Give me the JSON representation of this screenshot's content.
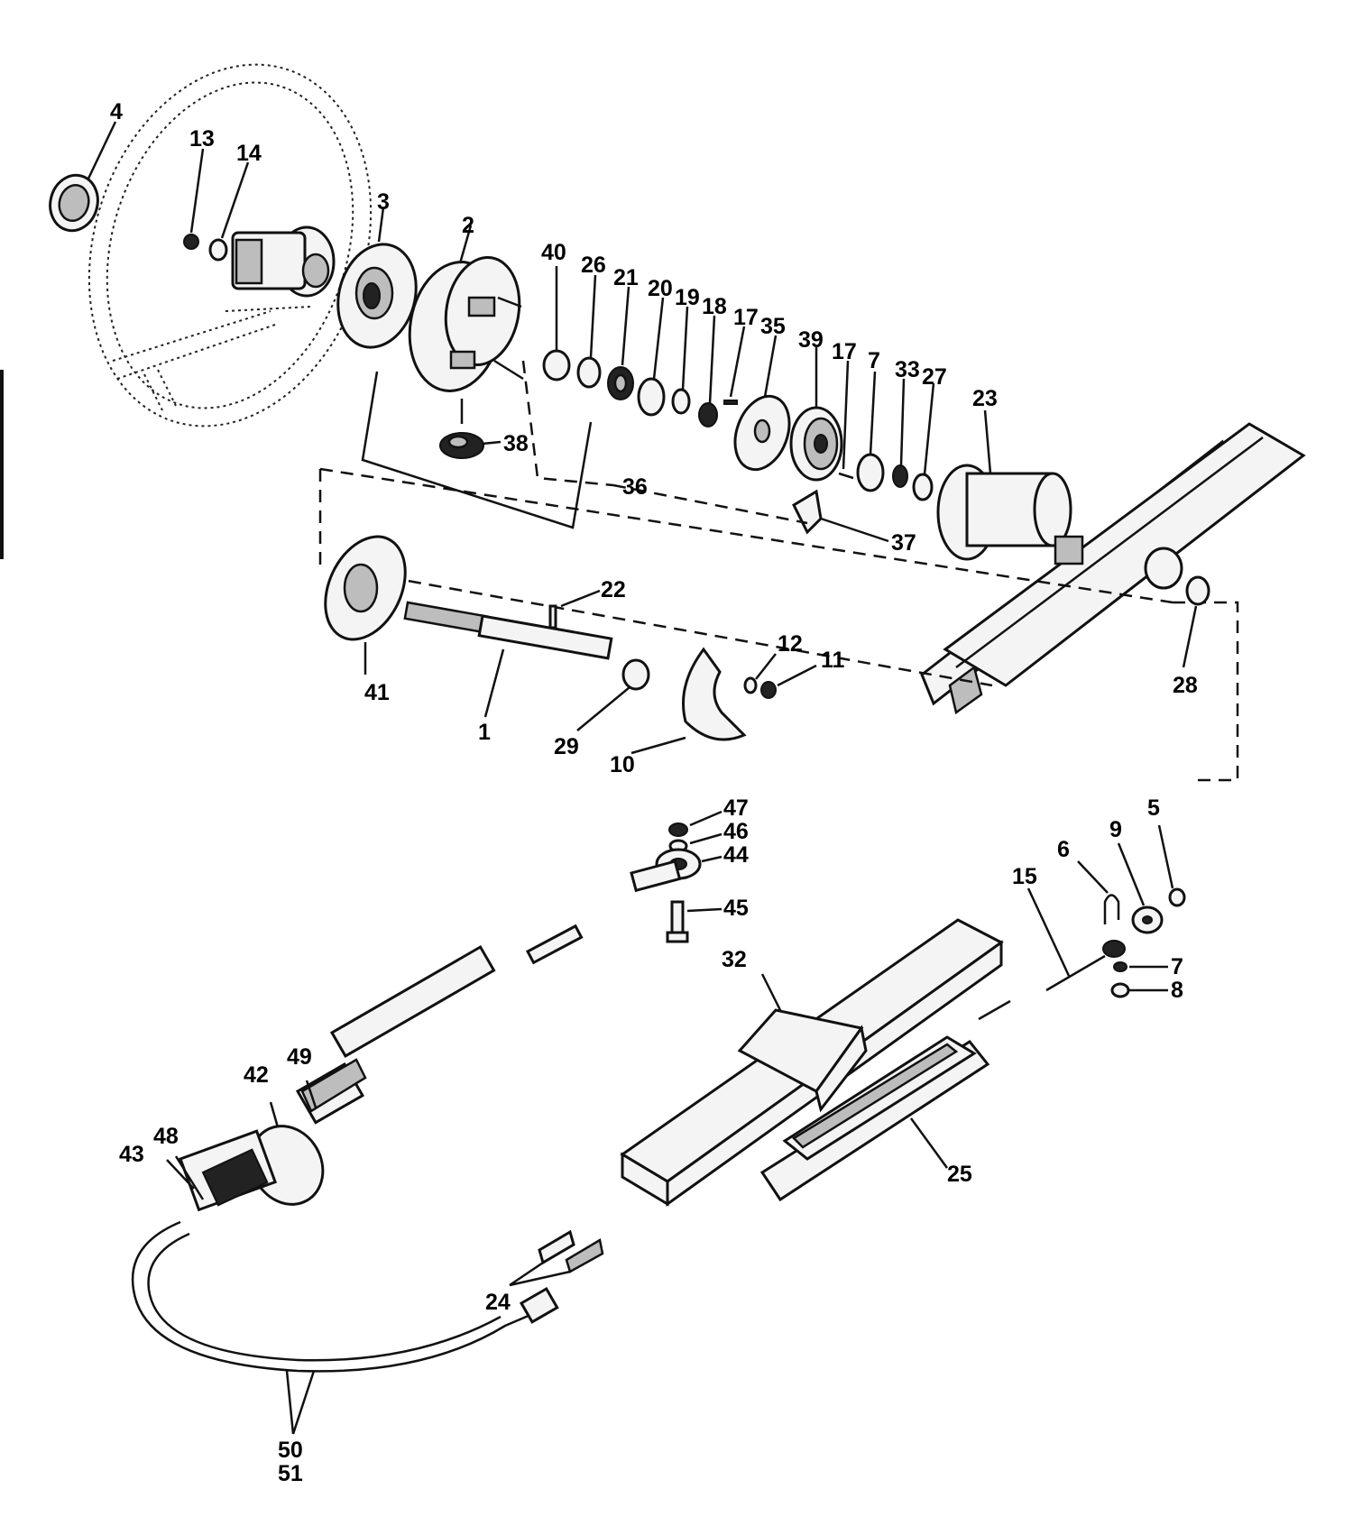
{
  "labels": {
    "l1": "1",
    "l2": "2",
    "l3": "3",
    "l4": "4",
    "l5": "5",
    "l6": "6",
    "l7a": "7",
    "l7b": "7",
    "l8": "8",
    "l9": "9",
    "l10": "10",
    "l11": "11",
    "l12": "12",
    "l13": "13",
    "l14": "14",
    "l15": "15",
    "l17a": "17",
    "l17b": "17",
    "l18": "18",
    "l19": "19",
    "l20": "20",
    "l21": "21",
    "l22": "22",
    "l23": "23",
    "l24": "24",
    "l25": "25",
    "l26": "26",
    "l27": "27",
    "l28": "28",
    "l29": "29",
    "l32": "32",
    "l33": "33",
    "l35": "35",
    "l36": "36",
    "l37": "37",
    "l38": "38",
    "l39": "39",
    "l40": "40",
    "l41": "41",
    "l42": "42",
    "l43": "43",
    "l44": "44",
    "l45": "45",
    "l46": "46",
    "l47": "47",
    "l48": "48",
    "l49": "49",
    "l50": "50",
    "l51": "51"
  }
}
